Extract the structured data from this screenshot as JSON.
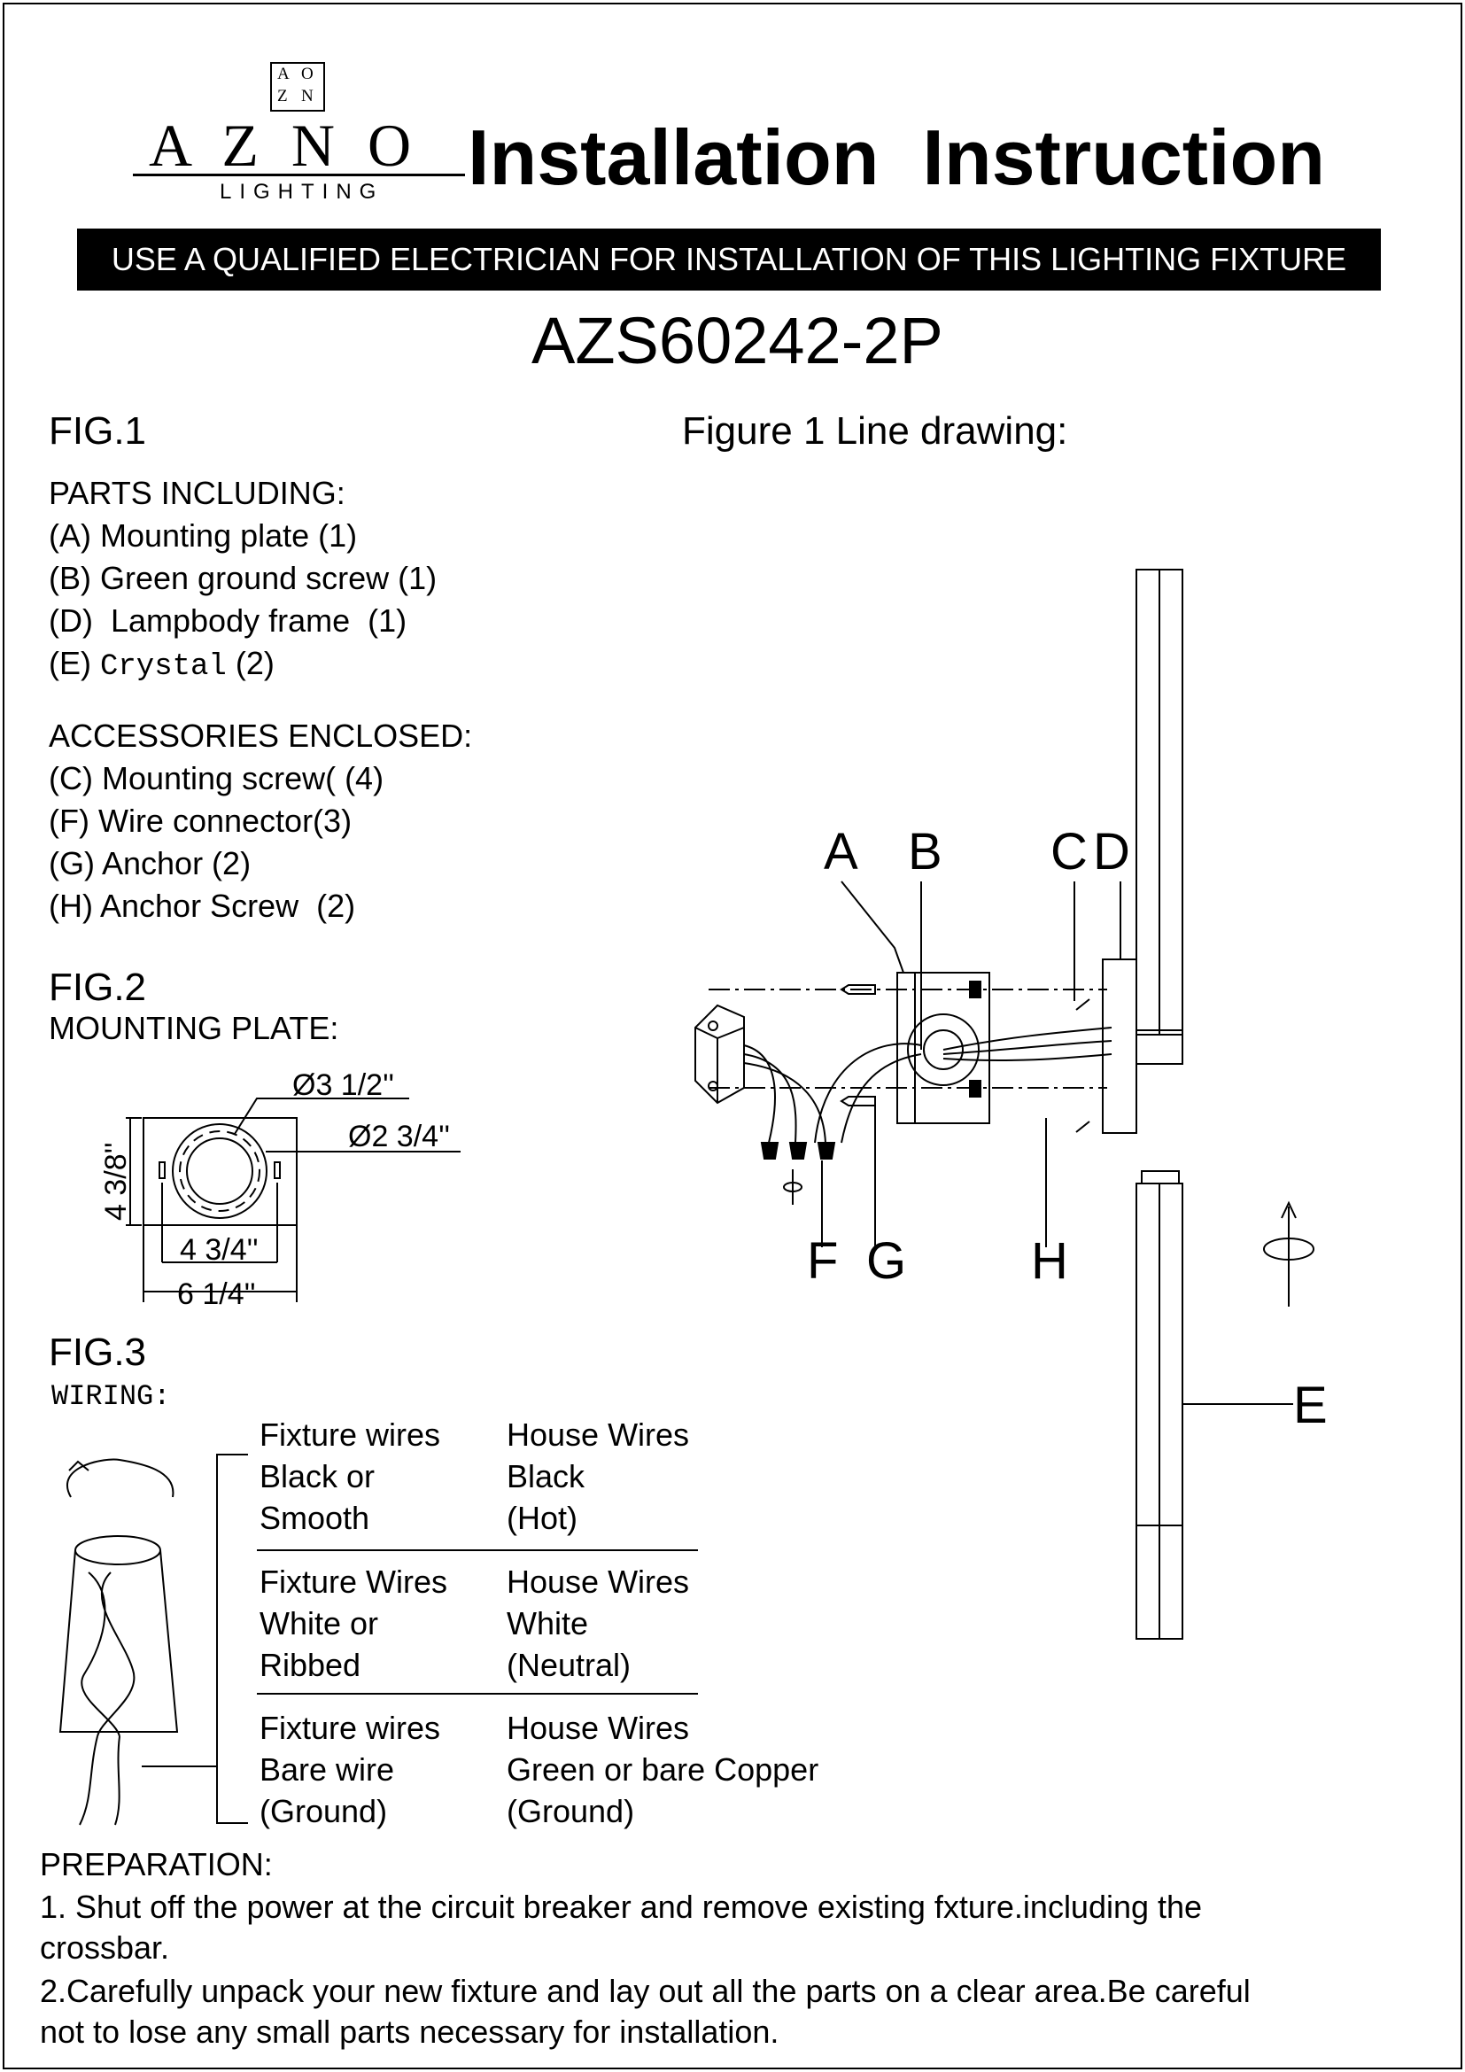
{
  "header": {
    "logo_box": [
      "A",
      "O",
      "Z",
      "N"
    ],
    "logo_word": "A Z N O",
    "logo_sub": "LIGHTING",
    "title": "Installation  Instruction",
    "banner": "USE A QUALIFIED ELECTRICIAN FOR INSTALLATION OF THIS LIGHTING FIXTURE",
    "model": "AZS60242-2P"
  },
  "fig1": {
    "label": "FIG.1",
    "drawing_title": "Figure 1 Line drawing:",
    "parts_heading": "PARTS INCLUDING:",
    "parts": [
      {
        "prefix": "(A) ",
        "name": "Mounting plate",
        "qty": " (1)"
      },
      {
        "prefix": "(B) ",
        "name": "Green ground screw",
        "qty": " (1)"
      },
      {
        "prefix": "(D)  ",
        "name": "Lampbody frame",
        "qty": "  (1)"
      },
      {
        "prefix": "(E) ",
        "name": "Crystal",
        "qty": " (2)"
      }
    ],
    "accessories_heading": "ACCESSORIES ENCLOSED:",
    "accessories": [
      "(C) Mounting screw( (4)",
      "(F) Wire connector(3)",
      "(G) Anchor (2)",
      "(H) Anchor Screw  (2)"
    ],
    "callouts": [
      "A",
      "B",
      "C",
      "D",
      "E",
      "F",
      "G",
      "H"
    ]
  },
  "fig2": {
    "label": "FIG.2",
    "heading": "MOUNTING PLATE:",
    "dims": {
      "outer_dia": "Ø3 1/2''",
      "inner_dia": "Ø2 3/4''",
      "height": "4 3/8''",
      "hole_spacing": "4 3/4''",
      "width": "6 1/4''"
    }
  },
  "fig3": {
    "label": "FIG.3",
    "heading": "WIRING:",
    "rows": [
      {
        "fixture": [
          "Fixture wires",
          "Black or",
          "Smooth"
        ],
        "house": [
          "House Wires",
          "Black",
          "(Hot)"
        ]
      },
      {
        "fixture": [
          "Fixture Wires",
          "White or",
          "Ribbed"
        ],
        "house": [
          "House Wires",
          "White",
          "(Neutral)"
        ]
      },
      {
        "fixture": [
          "Fixture wires",
          "Bare wire",
          "(Ground)"
        ],
        "house": [
          "House Wires",
          "Green or bare Copper",
          "(Ground)"
        ]
      }
    ]
  },
  "preparation": {
    "heading": "PREPARATION:",
    "steps": [
      [
        "1. Shut off the power at the circuit breaker and remove existing fxture.including the",
        "crossbar."
      ],
      [
        "2.Carefully unpack your new fixture and lay out all the parts on a clear area.Be careful",
        "not to lose any small parts necessary for installation."
      ]
    ]
  }
}
